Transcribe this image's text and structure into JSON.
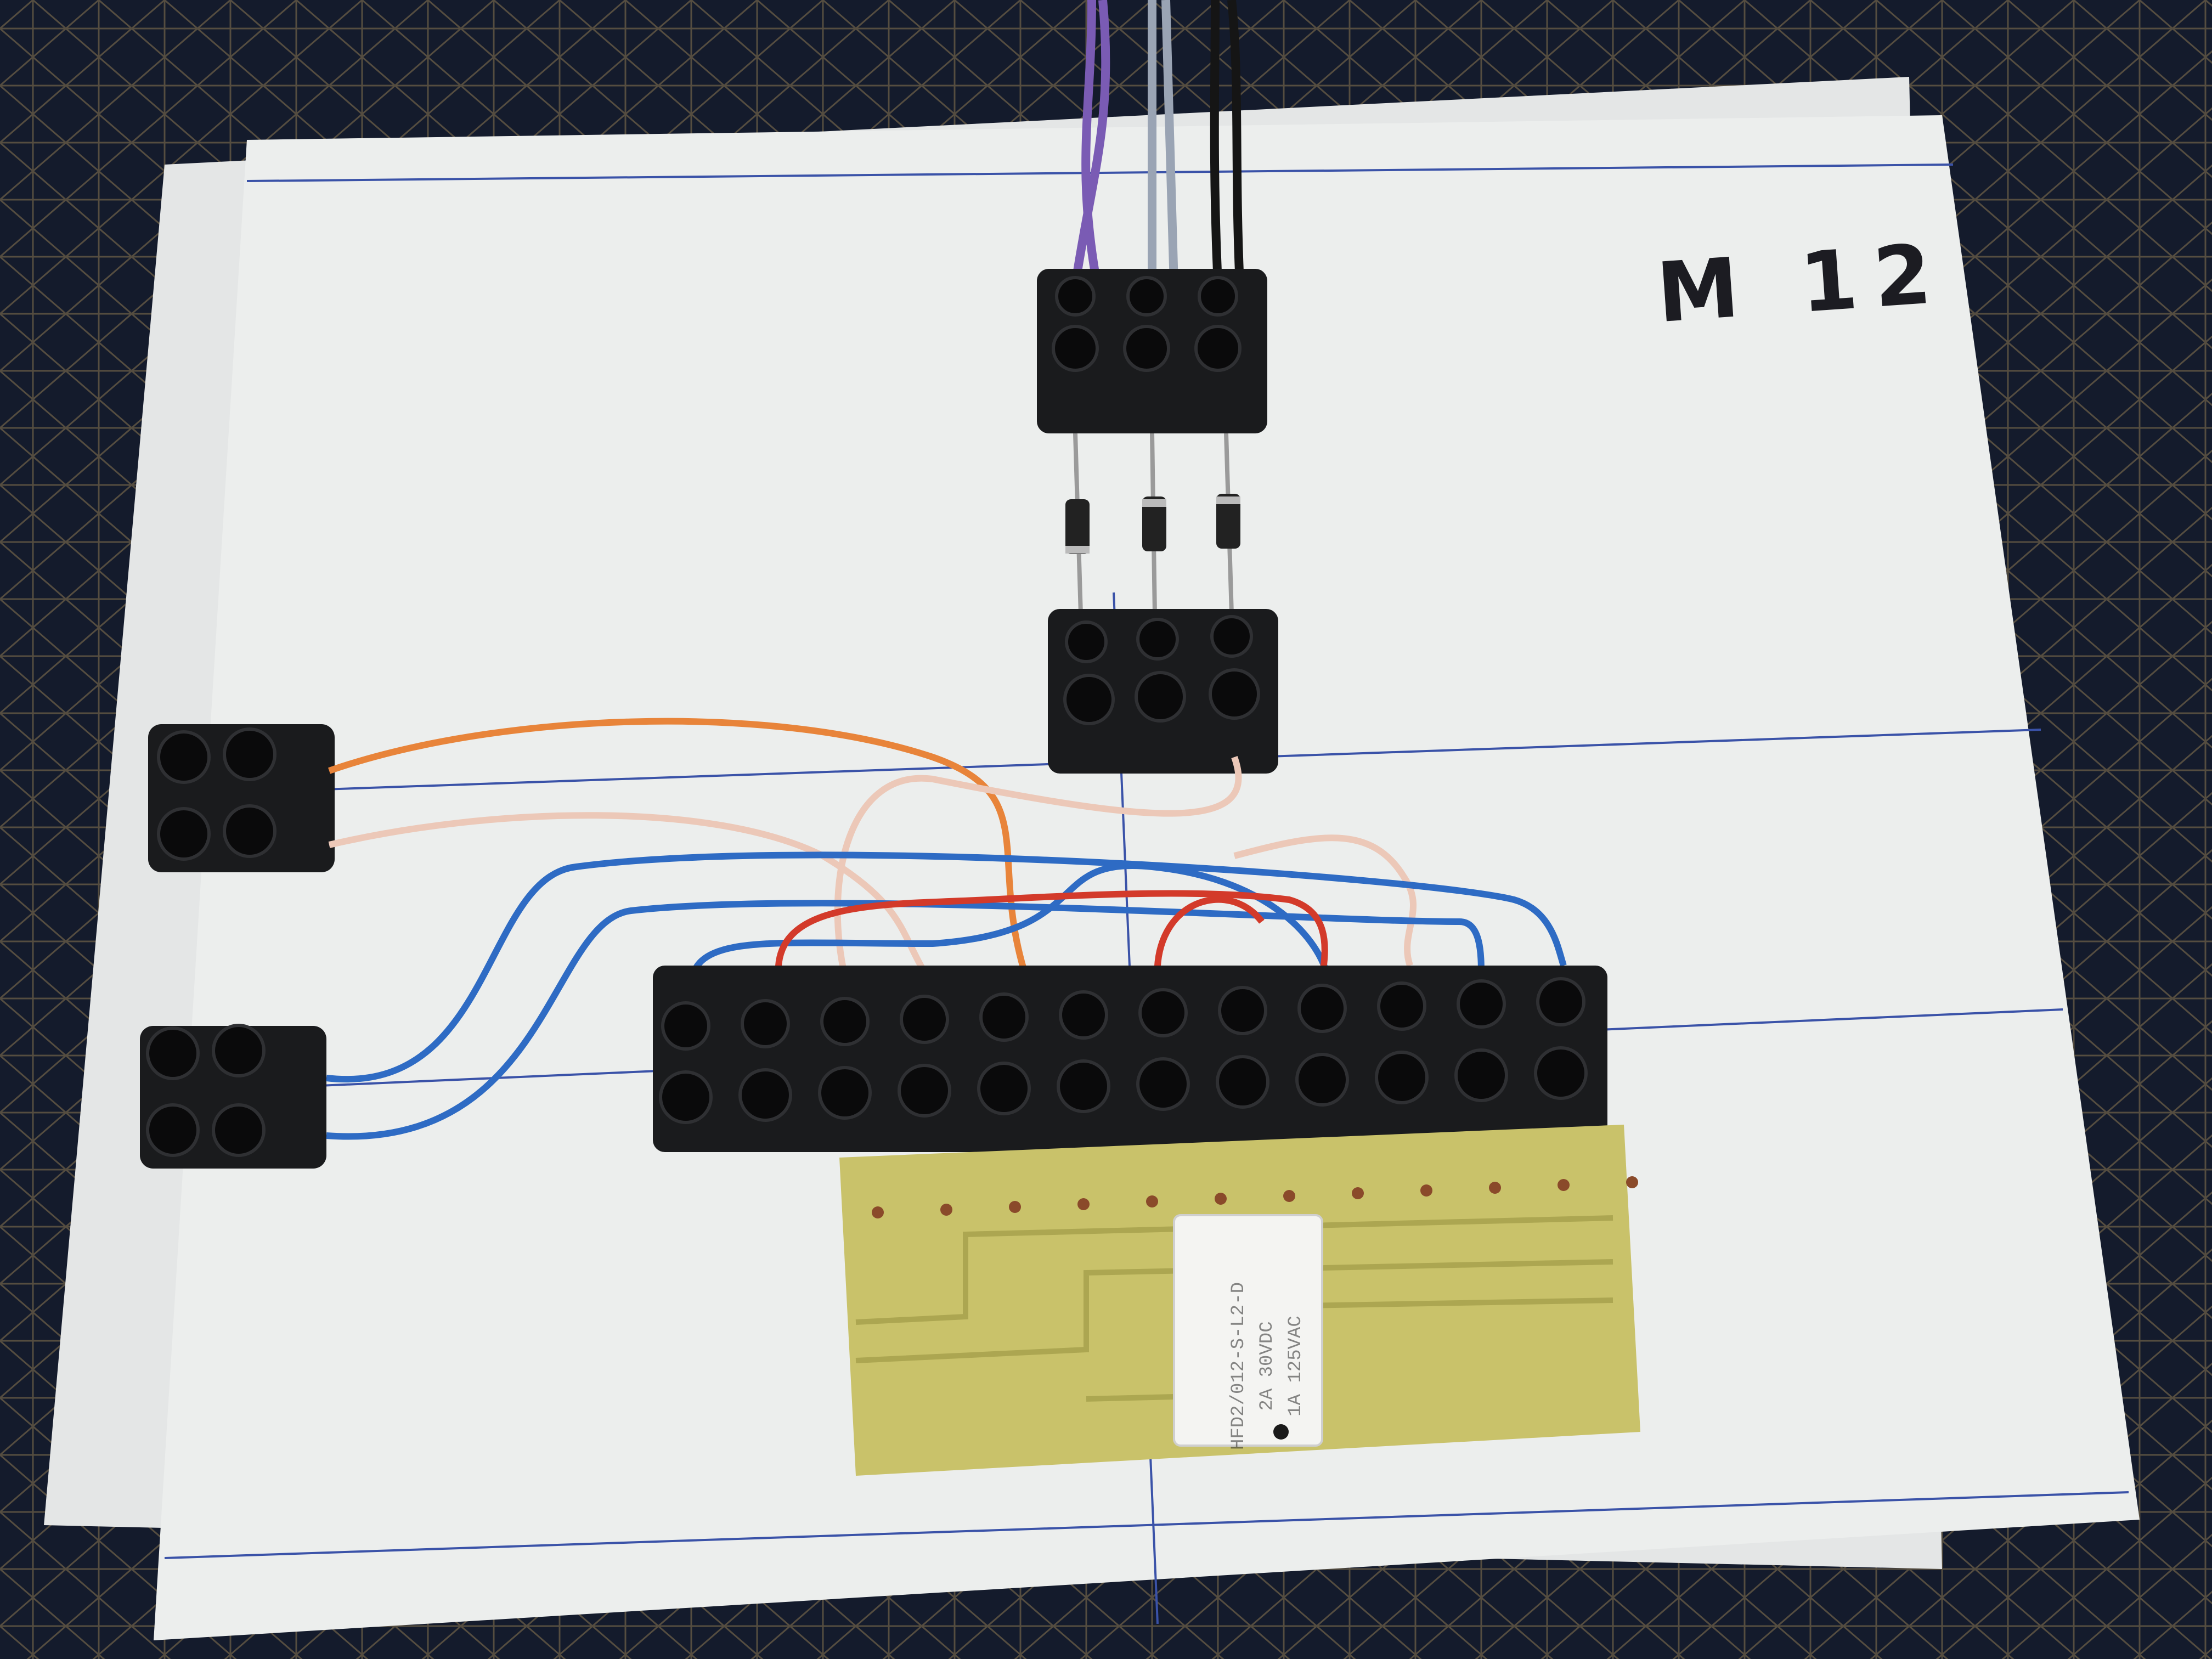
{
  "scene": {
    "description_label": "M 12",
    "relay": {
      "lines": [
        "HFD2/012-S-L2-D",
        "2A 30VDC",
        "1A 125VAC"
      ]
    }
  },
  "colors": {
    "background": "#131a2a",
    "board": "#eceeed",
    "terminal": "#1a1b1d",
    "pcb": "#c9c26a",
    "wire_purple": "#7a5bb4",
    "wire_grey": "#9aa4b4",
    "wire_black": "#151515",
    "wire_orange": "#e8843a",
    "wire_pink": "#ecc8b8",
    "wire_blue": "#2e6bc4",
    "wire_red": "#d33a2a"
  }
}
